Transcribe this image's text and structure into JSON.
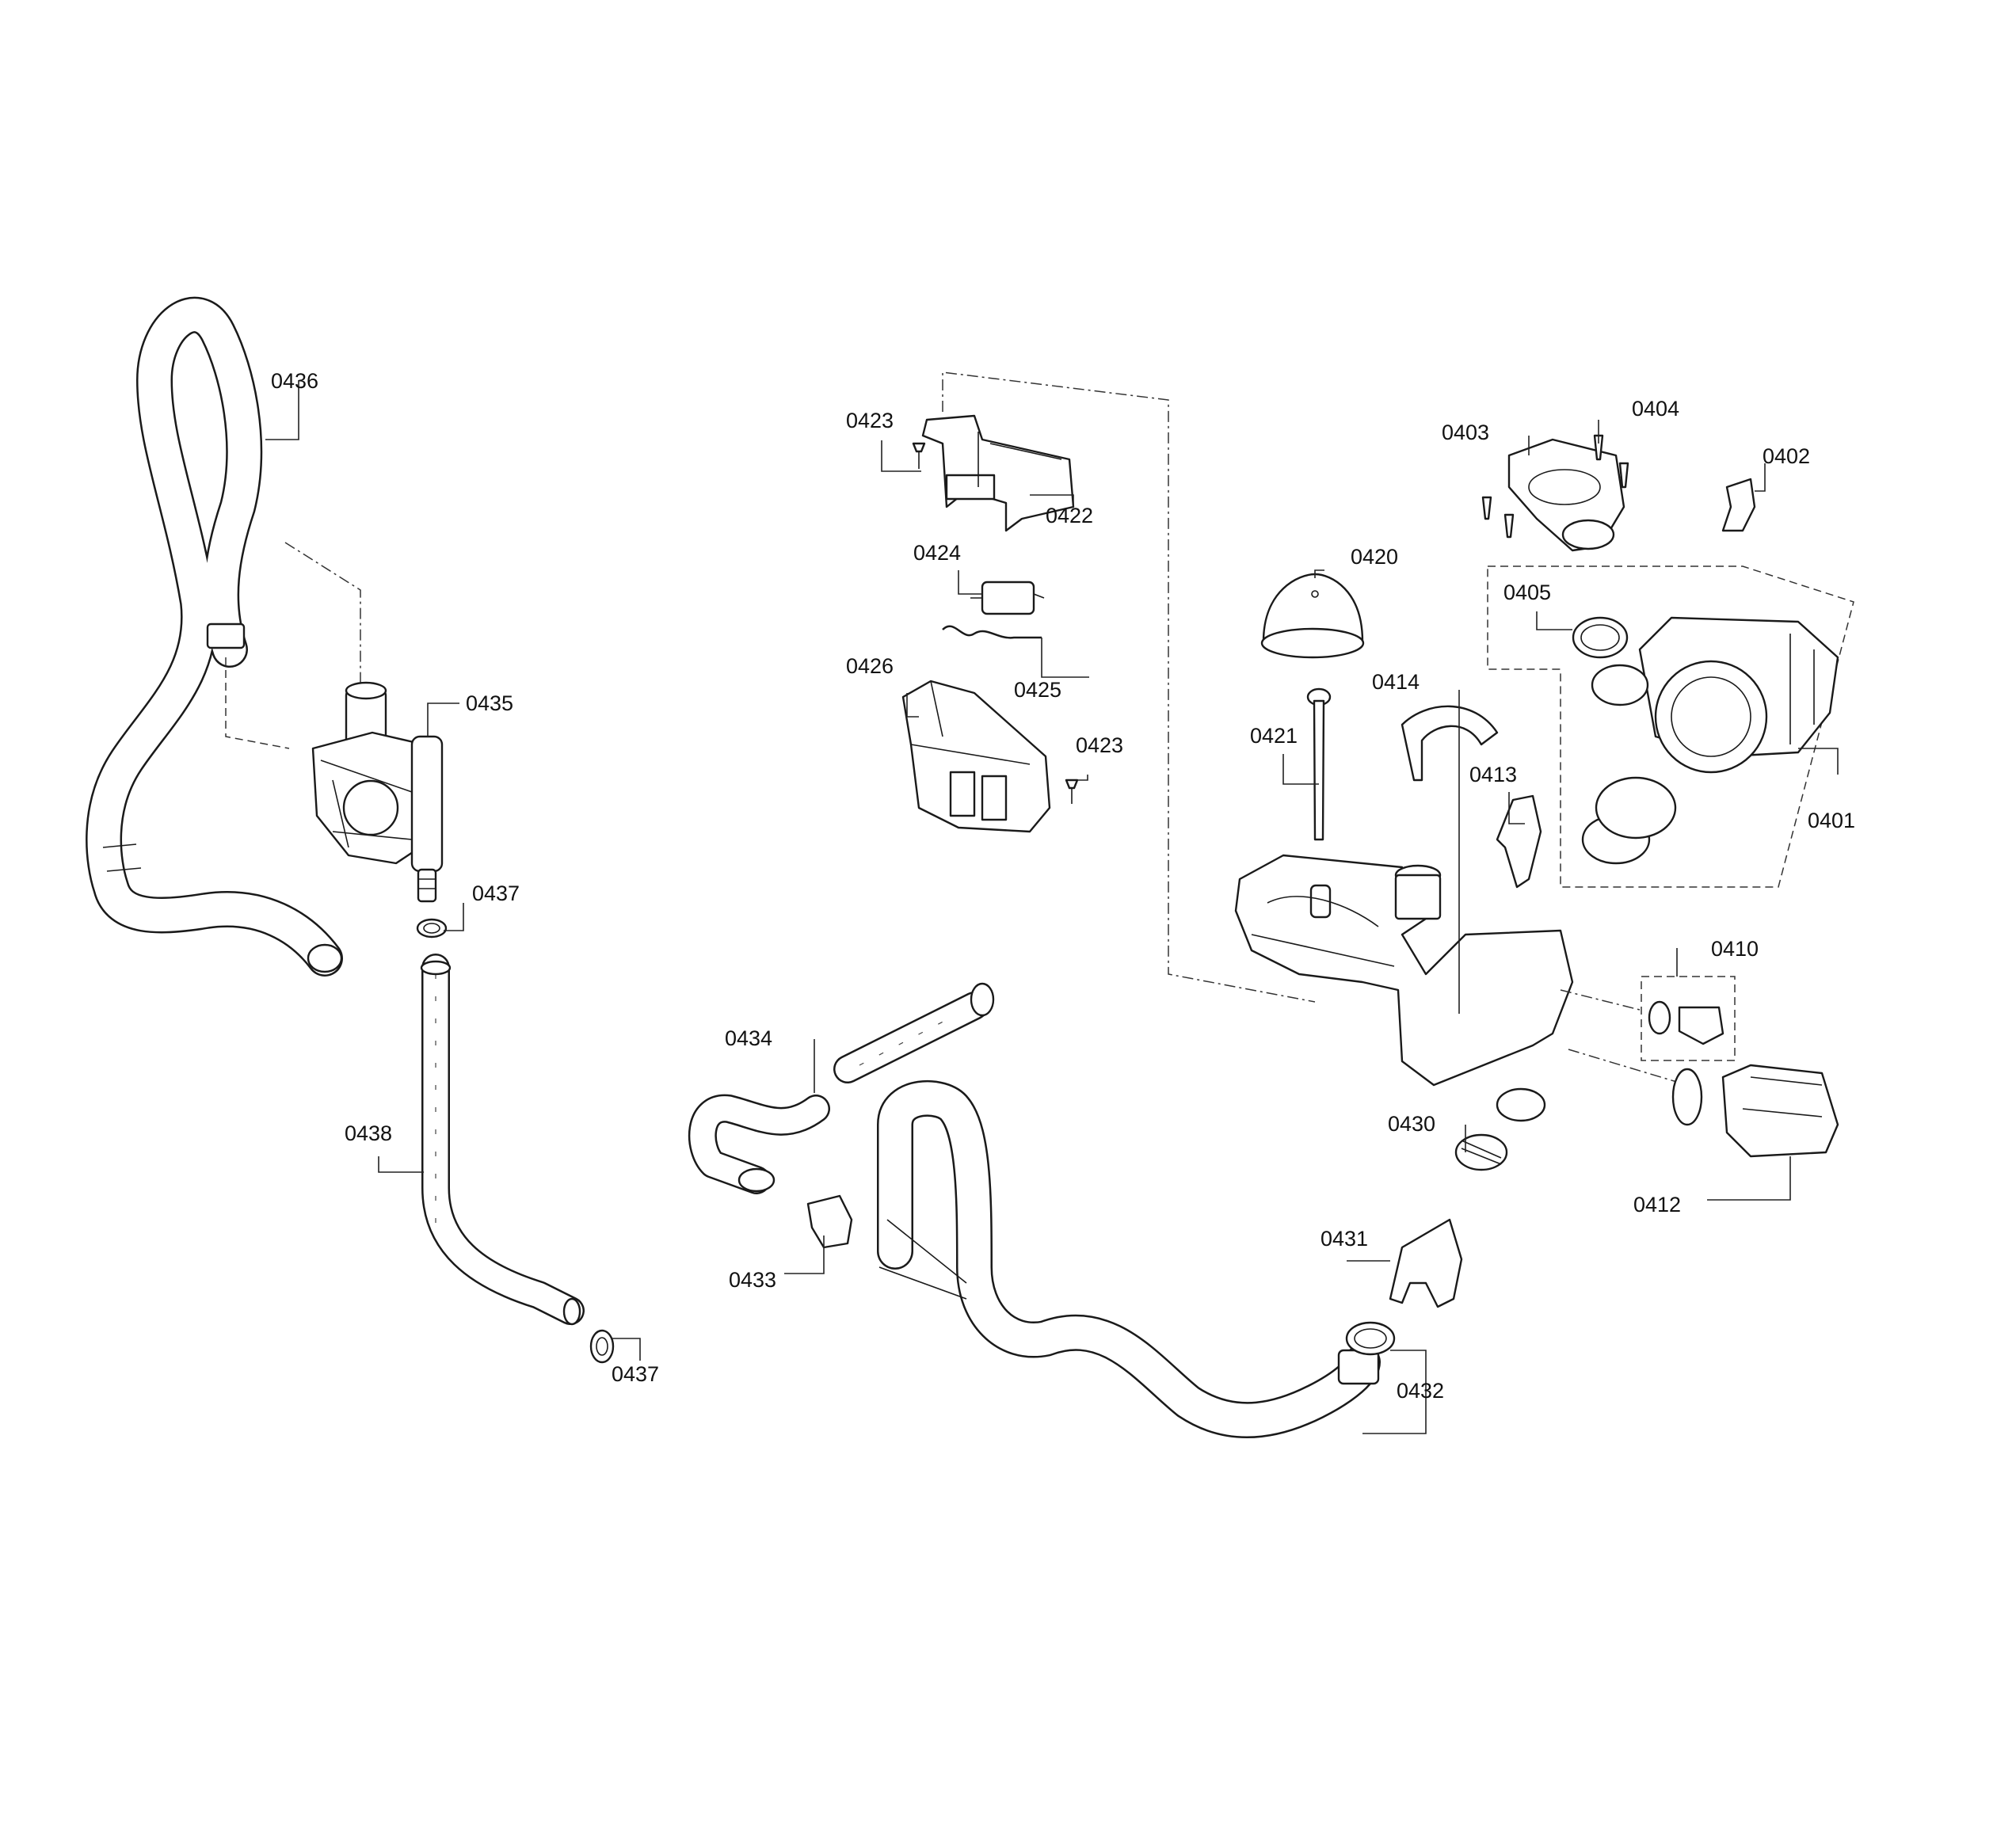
{
  "labels": {
    "p0401": "0401",
    "p0402": "0402",
    "p0403": "0403",
    "p0404": "0404",
    "p0405": "0405",
    "p0410": "0410",
    "p0412": "0412",
    "p0413": "0413",
    "p0414": "0414",
    "p0420": "0420",
    "p0421": "0421",
    "p0422": "0422",
    "p0423a": "0423",
    "p0423b": "0423",
    "p0424": "0424",
    "p0425": "0425",
    "p0426": "0426",
    "p0430": "0430",
    "p0431": "0431",
    "p0432": "0432",
    "p0433": "0433",
    "p0434": "0434",
    "p0435": "0435",
    "p0436": "0436",
    "p0437a": "0437",
    "p0437b": "0437",
    "p0438": "0438"
  }
}
